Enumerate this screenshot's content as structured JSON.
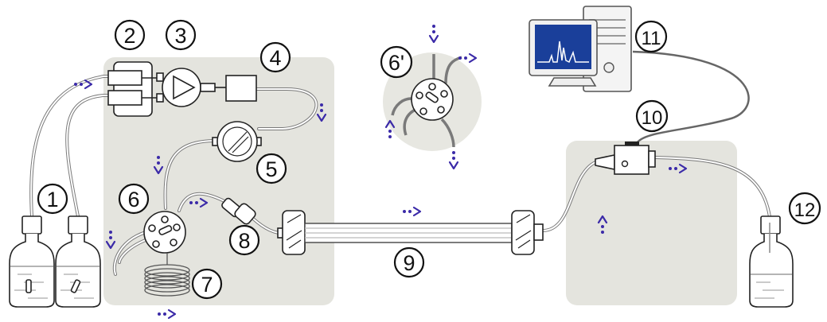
{
  "labels": {
    "n1": "1",
    "n2": "2",
    "n3": "3",
    "n4": "4",
    "n5": "5",
    "n6": "6",
    "n6p": "6'",
    "n7": "7",
    "n8": "8",
    "n9": "9",
    "n10": "10",
    "n11": "11",
    "n12": "12"
  },
  "colors": {
    "panel": "#e4e4de",
    "arrow": "#3b2aa8",
    "tube": "#7a7a7a",
    "screen": "#1a3f9a",
    "signal": "#ffffff"
  },
  "icons": {
    "solvent_bottle": "bottle-icon",
    "pump": "pump-icon",
    "computer": "computer-icon",
    "injection_valve": "valve-icon",
    "column": "column-icon",
    "detector": "detector-icon",
    "waste_bottle": "bottle-icon"
  }
}
